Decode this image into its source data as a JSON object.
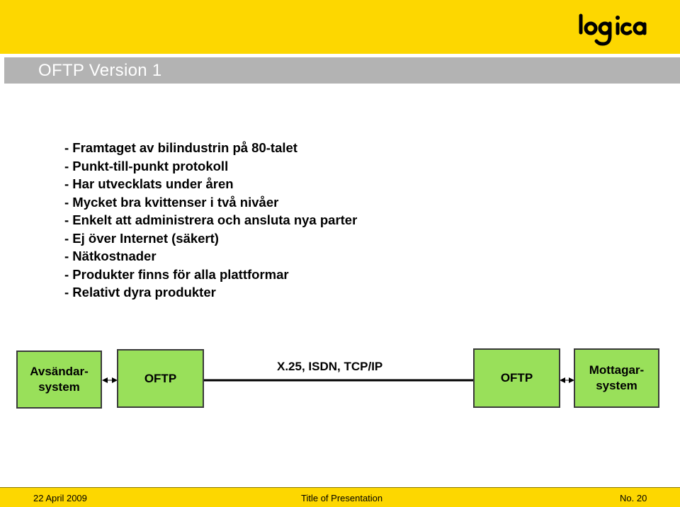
{
  "brand": {
    "logo_text": "logica",
    "colors": {
      "band": "#fdd700",
      "title_bar": "#b3b3b3",
      "box_fill": "#99e05a"
    }
  },
  "slide": {
    "title": "OFTP Version 1",
    "bullets": [
      "- Framtaget av bilindustrin på 80-talet",
      "- Punkt-till-punkt protokoll",
      "- Har utvecklats under åren",
      "- Mycket bra kvittenser i två nivåer",
      "- Enkelt att administrera och ansluta nya parter",
      "- Ej över Internet (säkert)",
      "- Nätkostnader",
      "- Produkter finns för alla plattformar",
      "- Relativt dyra produkter"
    ]
  },
  "diagram": {
    "sender": {
      "line1": "Avsändar-",
      "line2": "system"
    },
    "left_oftp": "OFTP",
    "network": "X.25, ISDN, TCP/IP",
    "right_oftp": "OFTP",
    "receiver": {
      "line1": "Mottagar-",
      "line2": "system"
    }
  },
  "footer": {
    "date": "22 April 2009",
    "title": "Title of Presentation",
    "page": "No. 20"
  }
}
